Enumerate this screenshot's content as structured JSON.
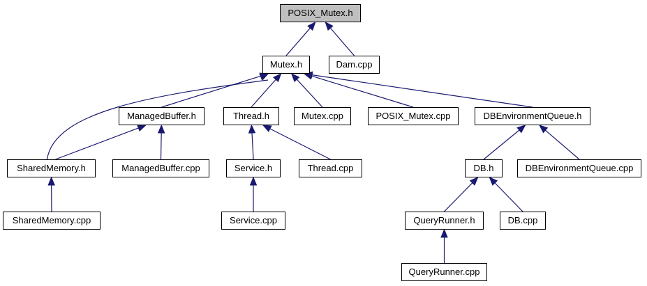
{
  "colors": {
    "edge": "#191970",
    "root_fill": "#bfbfbf",
    "node_fill": "#ffffff",
    "border": "#000000"
  },
  "nodes": {
    "posix_mutex_h": "POSIX_Mutex.h",
    "mutex_h": "Mutex.h",
    "dam_cpp": "Dam.cpp",
    "managedbuffer_h": "ManagedBuffer.h",
    "thread_h": "Thread.h",
    "mutex_cpp": "Mutex.cpp",
    "posix_mutex_cpp": "POSIX_Mutex.cpp",
    "dbenvironmentqueue_h": "DBEnvironmentQueue.h",
    "sharedmemory_h": "SharedMemory.h",
    "managedbuffer_cpp": "ManagedBuffer.cpp",
    "service_h": "Service.h",
    "thread_cpp": "Thread.cpp",
    "db_h": "DB.h",
    "dbenvironmentqueue_cpp": "DBEnvironmentQueue.cpp",
    "sharedmemory_cpp": "SharedMemory.cpp",
    "service_cpp": "Service.cpp",
    "queryrunner_h": "QueryRunner.h",
    "db_cpp": "DB.cpp",
    "queryrunner_cpp": "QueryRunner.cpp"
  },
  "edges": [
    [
      "mutex_h",
      "posix_mutex_h"
    ],
    [
      "dam_cpp",
      "posix_mutex_h"
    ],
    [
      "managedbuffer_h",
      "mutex_h"
    ],
    [
      "thread_h",
      "mutex_h"
    ],
    [
      "mutex_cpp",
      "mutex_h"
    ],
    [
      "posix_mutex_cpp",
      "mutex_h"
    ],
    [
      "dbenvironmentqueue_h",
      "mutex_h"
    ],
    [
      "sharedmemory_h",
      "mutex_h"
    ],
    [
      "sharedmemory_h",
      "managedbuffer_h"
    ],
    [
      "managedbuffer_cpp",
      "managedbuffer_h"
    ],
    [
      "service_h",
      "thread_h"
    ],
    [
      "thread_cpp",
      "thread_h"
    ],
    [
      "db_h",
      "dbenvironmentqueue_h"
    ],
    [
      "dbenvironmentqueue_cpp",
      "dbenvironmentqueue_h"
    ],
    [
      "sharedmemory_cpp",
      "sharedmemory_h"
    ],
    [
      "service_cpp",
      "service_h"
    ],
    [
      "queryrunner_h",
      "db_h"
    ],
    [
      "db_cpp",
      "db_h"
    ],
    [
      "queryrunner_cpp",
      "queryrunner_h"
    ]
  ]
}
